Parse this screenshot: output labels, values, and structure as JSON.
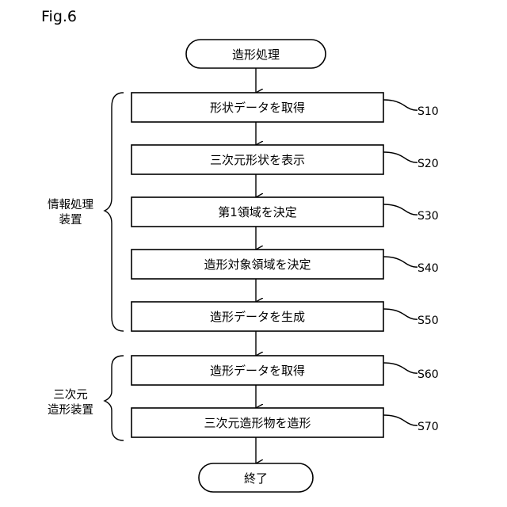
{
  "figure_label": "Fig.6",
  "start": "造形処理",
  "end": "終了",
  "steps": [
    {
      "label": "形状データを取得",
      "code": "S10"
    },
    {
      "label": "三次元形状を表示",
      "code": "S20"
    },
    {
      "label": "第1領域を決定",
      "code": "S30"
    },
    {
      "label": "造形対象領域を決定",
      "code": "S40"
    },
    {
      "label": "造形データを生成",
      "code": "S50"
    },
    {
      "label": "造形データを取得",
      "code": "S60"
    },
    {
      "label": "三次元造形物を造形",
      "code": "S70"
    }
  ],
  "groups": [
    {
      "line1": "情報処理",
      "line2": "装置"
    },
    {
      "line1": "三次元",
      "line2": "造形装置"
    }
  ]
}
